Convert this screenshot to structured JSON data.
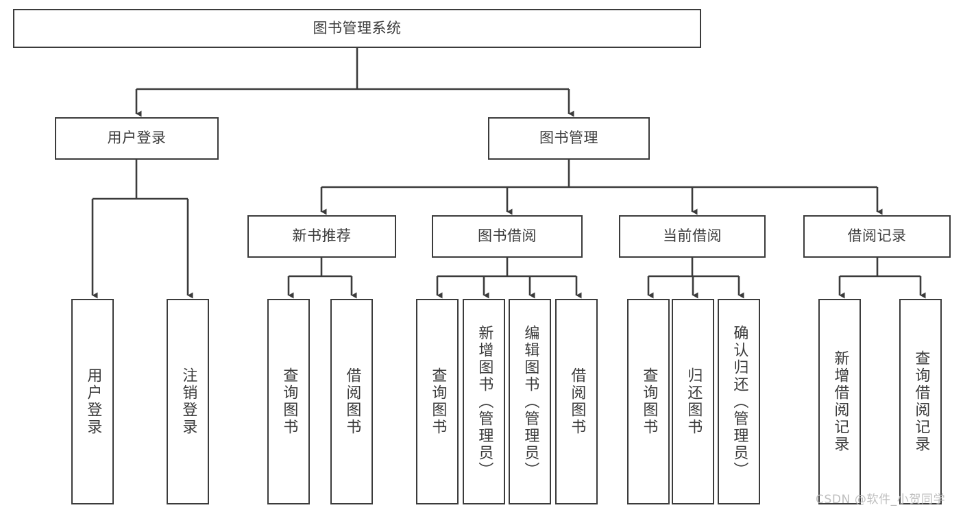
{
  "diagram": {
    "type": "tree",
    "title": "图书管理系统",
    "orientation": "top-down",
    "colors": {
      "box_border": "#3b3b3b",
      "box_fill": "#ffffff",
      "edge": "#3b3b3b",
      "text": "#3b3b3b",
      "background": "#ffffff",
      "watermark": "#b9b9b9"
    },
    "nodes": {
      "root": {
        "label": "图书管理系统"
      },
      "level2": [
        {
          "label": "用户登录"
        },
        {
          "label": "图书管理"
        }
      ],
      "level3": [
        {
          "label": "新书推荐"
        },
        {
          "label": "图书借阅"
        },
        {
          "label": "当前借阅"
        },
        {
          "label": "借阅记录"
        }
      ],
      "leaves": {
        "user_login": [
          {
            "label": "用户登录"
          },
          {
            "label": "注销登录"
          }
        ],
        "new_book": [
          {
            "label": "查询图书"
          },
          {
            "label": "借阅图书"
          }
        ],
        "book_borrow": [
          {
            "label": "查询图书"
          },
          {
            "label": "新增图书（管理员）"
          },
          {
            "label": "编辑图书（管理员）"
          },
          {
            "label": "借阅图书"
          }
        ],
        "current_borrow": [
          {
            "label": "查询图书"
          },
          {
            "label": "归还图书"
          },
          {
            "label": "确认归还（管理员）"
          }
        ],
        "borrow_record": [
          {
            "label": "新增借阅记录"
          },
          {
            "label": "查询借阅记录"
          }
        ]
      }
    },
    "watermark": "CSDN @软件_小贺同学"
  }
}
